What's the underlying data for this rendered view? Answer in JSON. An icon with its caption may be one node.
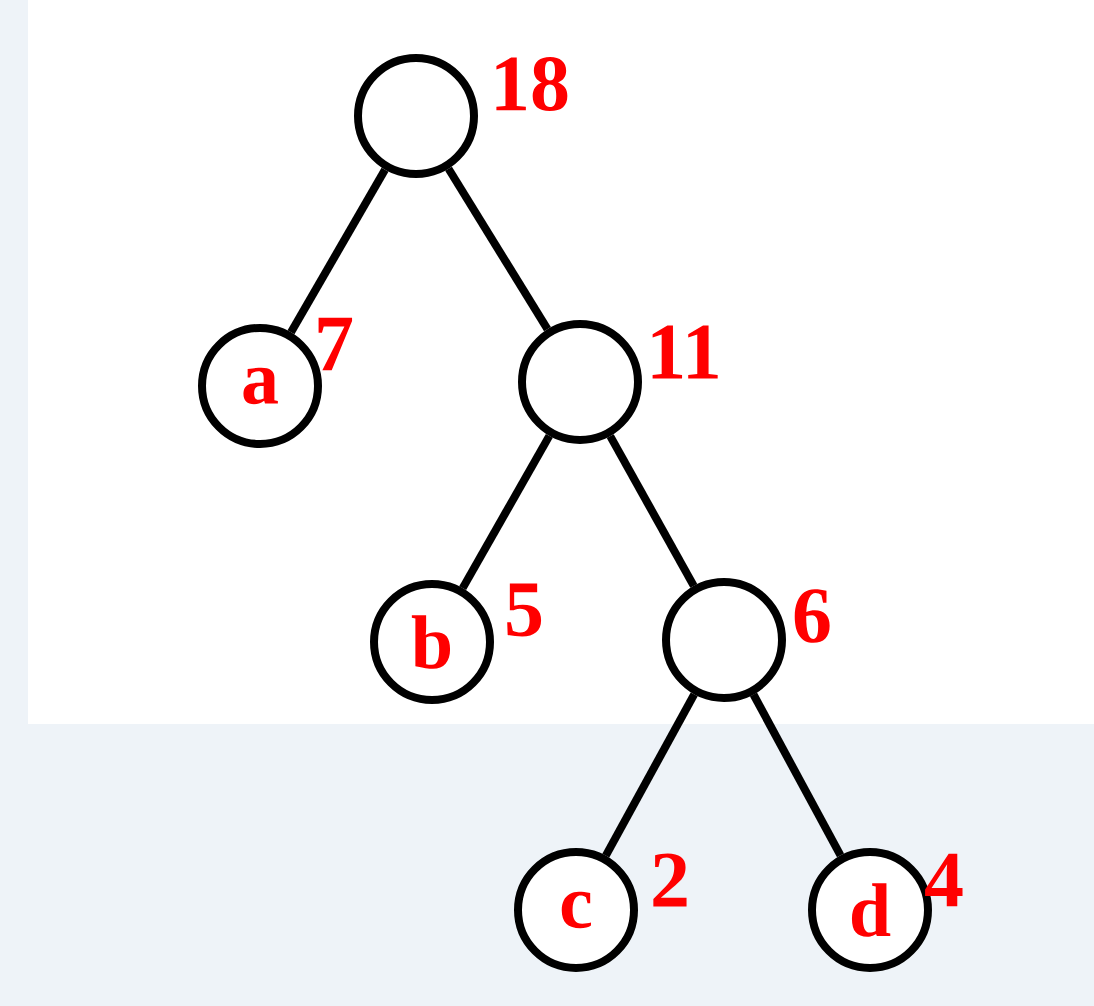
{
  "diagram": {
    "nodes": [
      {
        "text": [],
        "shape": "circle",
        "beside": [
          "18"
        ]
      },
      {
        "text": [
          "a"
        ],
        "beside": [
          "7"
        ]
      },
      {
        "text": [],
        "shape": "circle",
        "beside": [
          "11"
        ]
      },
      {
        "text": [
          "b"
        ],
        "beside": [
          "5"
        ]
      },
      {
        "text": [],
        "shape": "circle",
        "beside": [
          "6"
        ]
      },
      {
        "text": [
          "c"
        ],
        "beside": [
          "2"
        ]
      },
      {
        "text": [
          "d"
        ],
        "beside": [
          "4"
        ]
      }
    ],
    "edges": [
      {
        "from": 0,
        "to": 1,
        "arrow": "none"
      },
      {
        "from": 0,
        "to": 2,
        "arrow": "none"
      },
      {
        "from": 2,
        "to": 3,
        "arrow": "none"
      },
      {
        "from": 2,
        "to": 4,
        "arrow": "none"
      },
      {
        "from": 4,
        "to": 5,
        "arrow": "none"
      },
      {
        "from": 4,
        "to": 6,
        "arrow": "none"
      }
    ]
  }
}
